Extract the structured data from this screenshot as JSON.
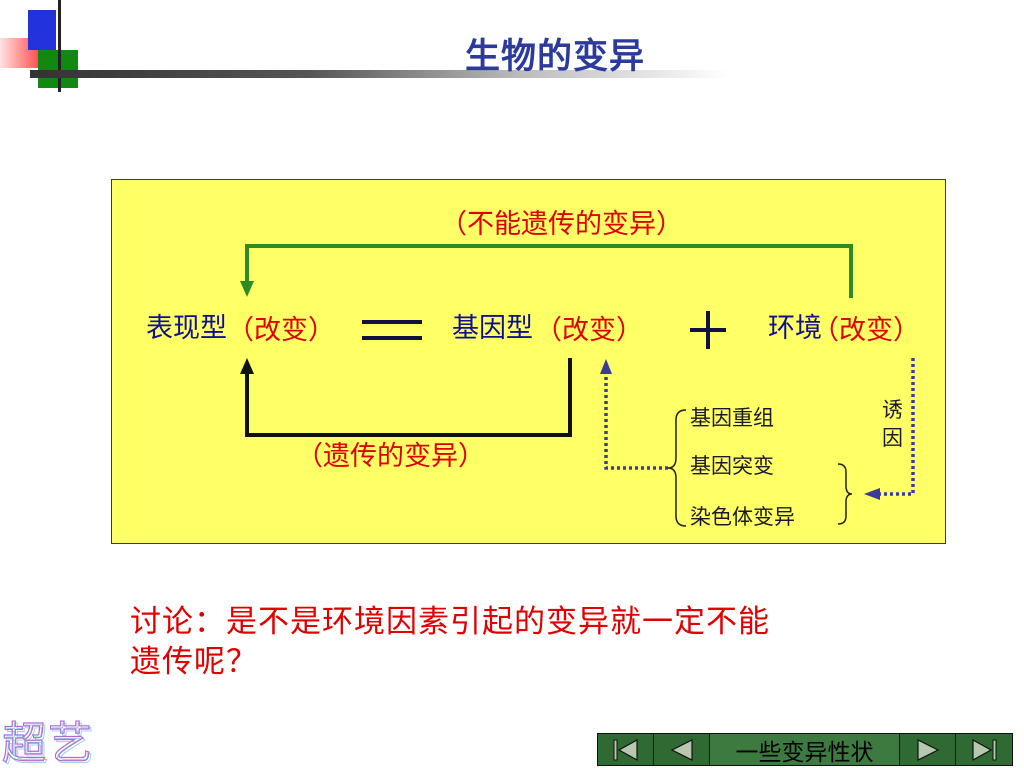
{
  "slide": {
    "title": "生物的变异"
  },
  "diagram": {
    "top_label": "（不能遗传的变异）",
    "phenotype": {
      "term": "表现型",
      "change": "（改变）"
    },
    "equals_sign": "＝",
    "genotype": {
      "term": "基因型",
      "change": "（改变）"
    },
    "plus_sign": "＋",
    "environment": {
      "term": "环境",
      "change": "（改变）"
    },
    "bottom_label": "（遗传的变异）",
    "sources": [
      "基因重组",
      "基因突变",
      "染色体变异"
    ],
    "inducer_label": [
      "诱",
      "因"
    ]
  },
  "discussion": {
    "line1": "讨论：是不是环境因素引起的变异就一定不能",
    "line2": "遗传呢？"
  },
  "watermark": {
    "text": "超艺"
  },
  "navigation": {
    "first_icon": "first-slide-icon",
    "prev_icon": "previous-slide-icon",
    "center_label": "一些变异性状",
    "next_icon": "next-slide-icon",
    "last_icon": "last-slide-icon"
  },
  "colors": {
    "panel_background": "#ffff66",
    "title": "#2b3a9b",
    "term_text": "#10108f",
    "highlight_text": "#e00000",
    "green_arrow": "#2e8b22",
    "dotted_arrow": "#3b3b9b",
    "nav_background": "#2e6a32"
  }
}
